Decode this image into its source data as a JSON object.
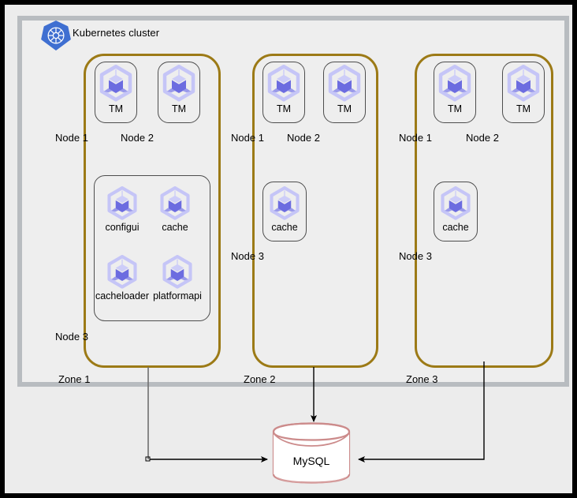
{
  "diagram": {
    "title": "Kubernetes cluster",
    "logo_icon": "kubernetes-helm-wheel-icon",
    "colors": {
      "zone_border": "#9c7a16",
      "cluster_border": "#b8bcc0",
      "page_background": "#ececec",
      "pod_icon_light": "#c5c5f7",
      "pod_icon_dark": "#6c6ce0",
      "database_stroke": "#cc8b8b",
      "connector": "#000000",
      "k8s_blue": "#3f6fd1"
    },
    "zones": [
      {
        "label": "Zone 1",
        "nodes": [
          {
            "label": "Node 1",
            "boxed": true,
            "pods": [
              {
                "label": "TM",
                "icon": "k8s-pod-icon"
              }
            ]
          },
          {
            "label": "Node 2",
            "boxed": true,
            "pods": [
              {
                "label": "TM",
                "icon": "k8s-pod-icon"
              }
            ]
          },
          {
            "label": "Node 3",
            "boxed": true,
            "pods": [
              {
                "label": "configui",
                "icon": "k8s-pod-icon"
              },
              {
                "label": "cache",
                "icon": "k8s-pod-icon"
              },
              {
                "label": "cacheloader",
                "icon": "k8s-pod-icon"
              },
              {
                "label": "platformapi",
                "icon": "k8s-pod-icon"
              }
            ]
          }
        ]
      },
      {
        "label": "Zone 2",
        "nodes": [
          {
            "label": "Node 1",
            "boxed": true,
            "pods": [
              {
                "label": "TM",
                "icon": "k8s-pod-icon"
              }
            ]
          },
          {
            "label": "Node 2",
            "boxed": true,
            "pods": [
              {
                "label": "TM",
                "icon": "k8s-pod-icon"
              }
            ]
          },
          {
            "label": "Node 3",
            "boxed": true,
            "pods": [
              {
                "label": "cache",
                "icon": "k8s-pod-icon"
              }
            ]
          }
        ]
      },
      {
        "label": "Zone 3",
        "nodes": [
          {
            "label": "Node 1",
            "boxed": true,
            "pods": [
              {
                "label": "TM",
                "icon": "k8s-pod-icon"
              }
            ]
          },
          {
            "label": "Node 2",
            "boxed": true,
            "pods": [
              {
                "label": "TM",
                "icon": "k8s-pod-icon"
              }
            ]
          },
          {
            "label": "Node 3",
            "boxed": true,
            "pods": [
              {
                "label": "cache",
                "icon": "k8s-pod-icon"
              }
            ]
          }
        ]
      }
    ],
    "database": {
      "label": "MySQL",
      "icon": "database-cylinder-icon"
    },
    "connections": [
      {
        "from": "Zone 1",
        "to": "MySQL",
        "arrow": "end"
      },
      {
        "from": "Zone 2",
        "to": "MySQL",
        "arrow": "end"
      },
      {
        "from": "Zone 3",
        "to": "MySQL",
        "arrow": "end"
      }
    ]
  }
}
